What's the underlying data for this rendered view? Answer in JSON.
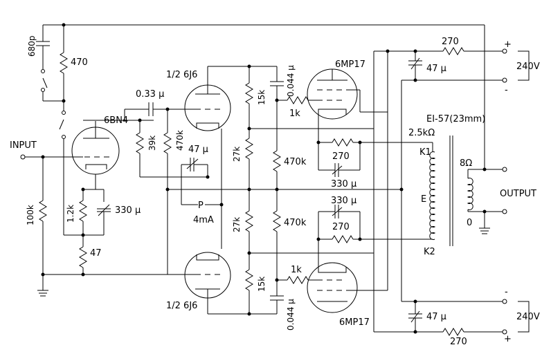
{
  "labels": {
    "input": "INPUT",
    "output": "OUTPUT",
    "tube_6bn4": "6BN4",
    "tube_6j6_top": "1/2 6J6",
    "tube_6j6_bot": "1/2 6J6",
    "tube_6mp17_top": "6MP17",
    "tube_6mp17_bot": "6MP17",
    "c_680p": "680p",
    "r_470": "470",
    "c_033": "0.33 μ",
    "r_39k": "39k",
    "r_470k_a": "470k",
    "c_47_mid": "47 μ",
    "meter": "4mA",
    "meter_p": "P",
    "r_100k": "100k",
    "r_12k": "1.2k",
    "c_330_cath": "330 μ",
    "r_47": "47",
    "r_15k_top": "15k",
    "r_27k_top": "27k",
    "r_27k_bot": "27k",
    "r_15k_bot": "15k",
    "c_0044_top": "0.044 μ",
    "c_0044_bot": "0.044 μ",
    "r_470k_top": "470k",
    "r_470k_bot": "470k",
    "r_1k_top": "1k",
    "r_1k_bot": "1k",
    "r_270_cath_top": "270",
    "c_330_top": "330 μ",
    "c_330_bot": "330 μ",
    "r_270_cath_bot": "270",
    "r_270_psu_top": "270",
    "r_270_psu_bot": "270",
    "c_47_psu_top": "47 μ",
    "c_47_psu_bot": "47 μ",
    "v_240_top": "240V",
    "v_240_bot": "240V",
    "plus_top": "+",
    "minus_top": "-",
    "minus_bot": "-",
    "plus_bot": "+",
    "transformer": "EI-57(23mm)",
    "primary": "2.5kΩ",
    "k1": "K1",
    "k2": "K2",
    "e": "E",
    "secondary": "8Ω",
    "zero": "0"
  }
}
